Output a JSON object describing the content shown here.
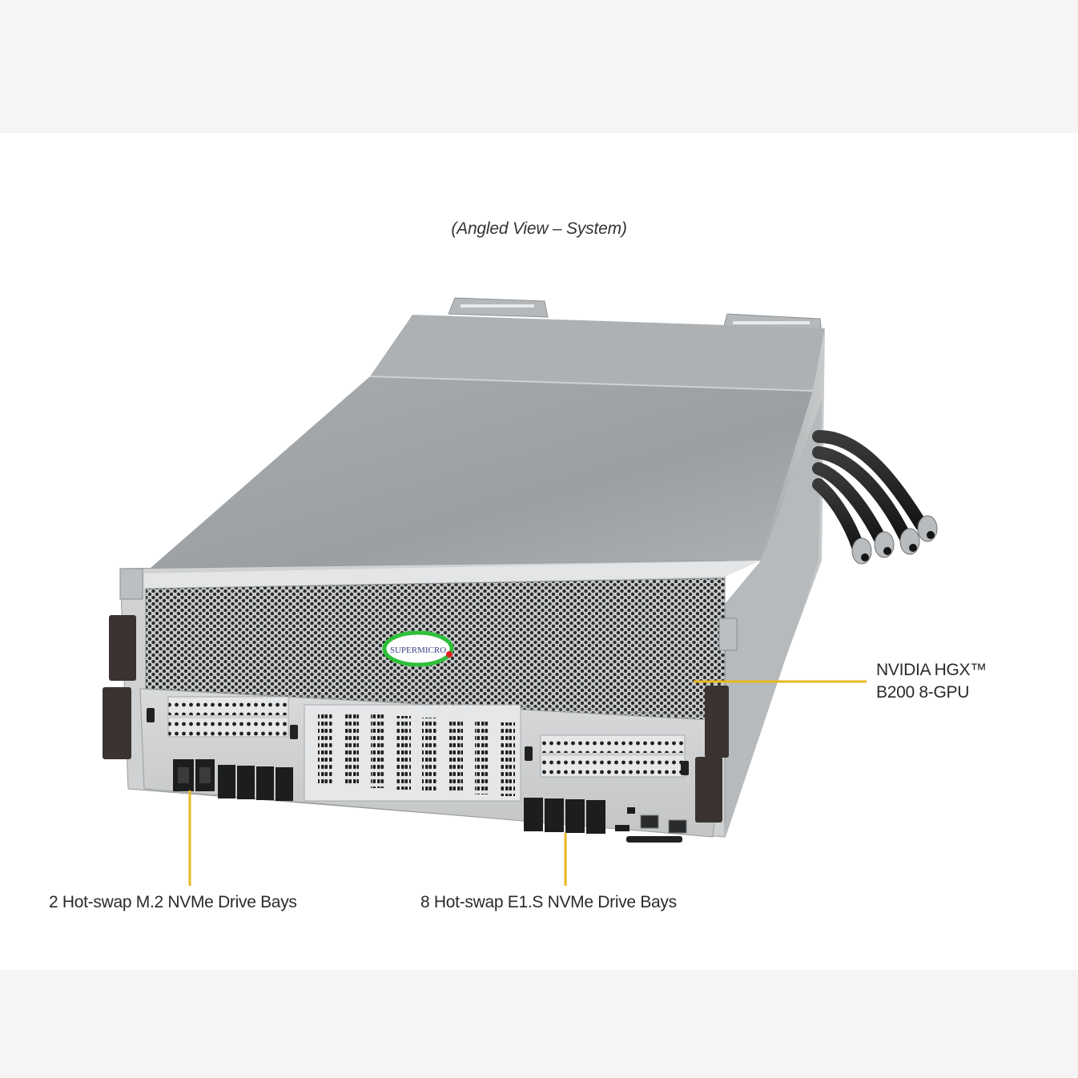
{
  "caption": "(Angled View – System)",
  "product": {
    "brand_logo_text": "SUPERMICRO"
  },
  "callouts": [
    {
      "id": "gpu",
      "line1": "NVIDIA HGX™",
      "line2": "B200 8-GPU"
    },
    {
      "id": "m2",
      "text": "2 Hot-swap M.2 NVMe Drive Bays"
    },
    {
      "id": "e1s",
      "text": "8 Hot-swap E1.S NVMe Drive Bays"
    }
  ],
  "colors": {
    "callout_line": "#e8b820",
    "background": "#ffffff",
    "band": "#f5f5f5",
    "logo_ring": "#2fbf3a",
    "logo_dot": "#e02020"
  }
}
